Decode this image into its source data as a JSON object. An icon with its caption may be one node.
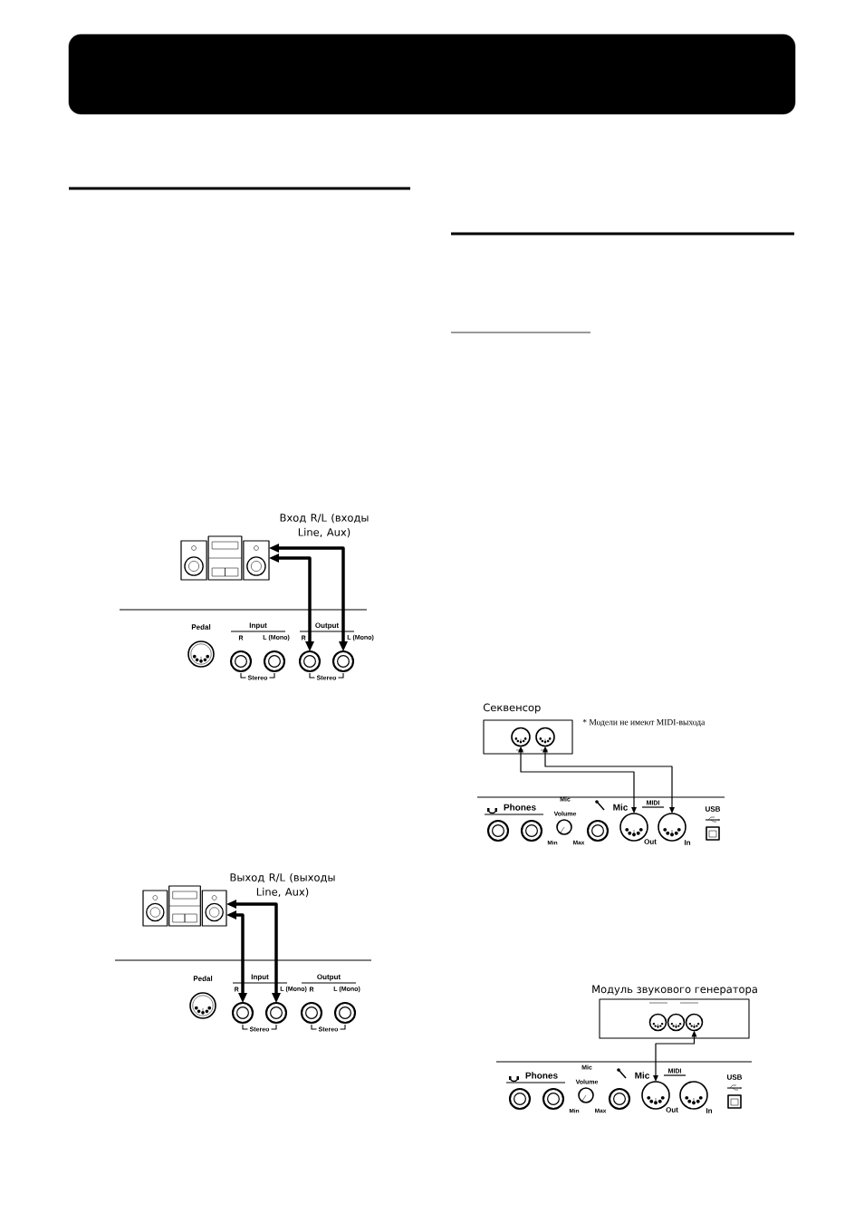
{
  "diagram": {
    "nodes": [
      {
        "text": [],
        "shape": "box"
      },
      {
        "text": [
          "Вход R/L (входы Line, Aux)"
        ]
      },
      {
        "text": [],
        "shape": "circle"
      },
      {
        "text": [],
        "shape": "circle"
      },
      {
        "text": [],
        "shape": "circle"
      },
      {
        "text": [],
        "shape": "circle"
      },
      {
        "text": [],
        "shape": "circle"
      },
      {
        "text": [
          "Выход R/L (выходы Line, Aux)"
        ]
      },
      {
        "text": [],
        "shape": "circle"
      },
      {
        "text": [],
        "shape": "circle"
      },
      {
        "text": [],
        "shape": "circle"
      },
      {
        "text": [],
        "shape": "circle"
      },
      {
        "text": [],
        "shape": "circle"
      },
      {
        "text": [
          "Секвенсор"
        ],
        "beside": [
          "* Модели не имеют MIDI-выхода"
        ]
      },
      {
        "text": [],
        "shape": "circle",
        "in": 13
      },
      {
        "text": [],
        "shape": "circle",
        "in": 13
      },
      {
        "text": [],
        "shape": "circle"
      },
      {
        "text": [],
        "shape": "circle"
      },
      {
        "text": [],
        "shape": "circle"
      },
      {
        "text": [],
        "shape": "circle"
      },
      {
        "text": [],
        "shape": "circle"
      },
      {
        "text": [],
        "shape": "circle"
      },
      {
        "text": [],
        "shape": "box"
      },
      {
        "text": [
          "Модуль звукового генератора"
        ]
      },
      {
        "text": [],
        "shape": "circle",
        "in": 23
      },
      {
        "text": [],
        "shape": "circle",
        "in": 23
      },
      {
        "text": [],
        "shape": "circle",
        "in": 23
      },
      {
        "text": [],
        "shape": "circle"
      },
      {
        "text": [],
        "shape": "circle"
      },
      {
        "text": [],
        "shape": "circle"
      },
      {
        "text": [],
        "shape": "circle"
      },
      {
        "text": [],
        "shape": "circle"
      },
      {
        "text": [],
        "shape": "circle"
      },
      {
        "text": [],
        "shape": "box"
      }
    ],
    "edges": [
      {
        "from": 5,
        "to": 1,
        "arrow": "both"
      },
      {
        "from": 6,
        "to": 1,
        "arrow": "both"
      },
      {
        "from": 9,
        "to": 7,
        "arrow": "both"
      },
      {
        "from": 10,
        "to": 7,
        "arrow": "both"
      },
      {
        "from": 20,
        "to": 14,
        "arrow": "both"
      },
      {
        "from": 21,
        "to": 15,
        "arrow": "both"
      },
      {
        "from": 31,
        "to": 26,
        "arrow": "both"
      }
    ],
    "labels": [
      "Pedal",
      "Input",
      "Output",
      "R",
      "L (Mono)",
      "R",
      "L (Mono)",
      "Stereo",
      "Stereo",
      "Pedal",
      "Input",
      "Output",
      "R",
      "L (Mono)",
      "R",
      "L (Mono)",
      "Stereo",
      "Stereo",
      "Phones",
      "Mic Volume",
      "Mic",
      "MIDI",
      "USB",
      "Min",
      "Max",
      "Out",
      "In",
      "Phones",
      "Mic Volume",
      "Mic",
      "MIDI",
      "USB",
      "Min",
      "Max",
      "Out",
      "In"
    ]
  }
}
